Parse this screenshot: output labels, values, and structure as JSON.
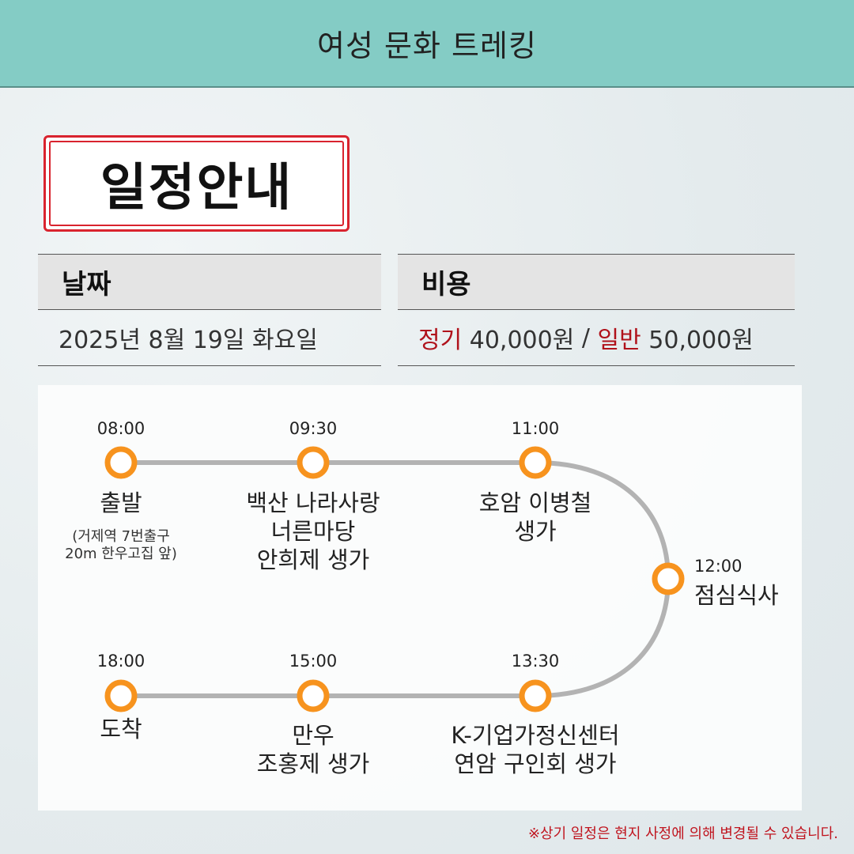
{
  "header": {
    "title": "여성 문화 트레킹"
  },
  "schedule_title": "일정안내",
  "date": {
    "label": "날짜",
    "value": "2025년 8월 19일 화요일"
  },
  "cost": {
    "label": "비용",
    "regular_label": "정기",
    "regular_value": "40,000원",
    "separator": "/",
    "general_label": "일반",
    "general_value": "50,000원"
  },
  "stops": [
    {
      "time": "08:00",
      "lines": [
        "출발"
      ],
      "note": [
        "(거제역 7번출구",
        "20m 한우고집 앞)"
      ]
    },
    {
      "time": "09:30",
      "lines": [
        "백산 나라사랑",
        "너른마당",
        "안희제 생가"
      ]
    },
    {
      "time": "11:00",
      "lines": [
        "호암 이병철",
        "생가"
      ]
    },
    {
      "time": "12:00",
      "lines": [
        "점심식사"
      ]
    },
    {
      "time": "13:30",
      "lines": [
        "K-기업가정신센터",
        "연암 구인회 생가"
      ]
    },
    {
      "time": "15:00",
      "lines": [
        "만우",
        "조홍제 생가"
      ]
    },
    {
      "time": "18:00",
      "lines": [
        "도착"
      ]
    }
  ],
  "colors": {
    "header_bg": "#84ccc5",
    "accent_red": "#d9232e",
    "node_orange": "#f7931e",
    "track_gray": "#b3b3b3"
  },
  "footer_note": "※상기 일정은 현지 사정에 의해 변경될 수 있습니다."
}
